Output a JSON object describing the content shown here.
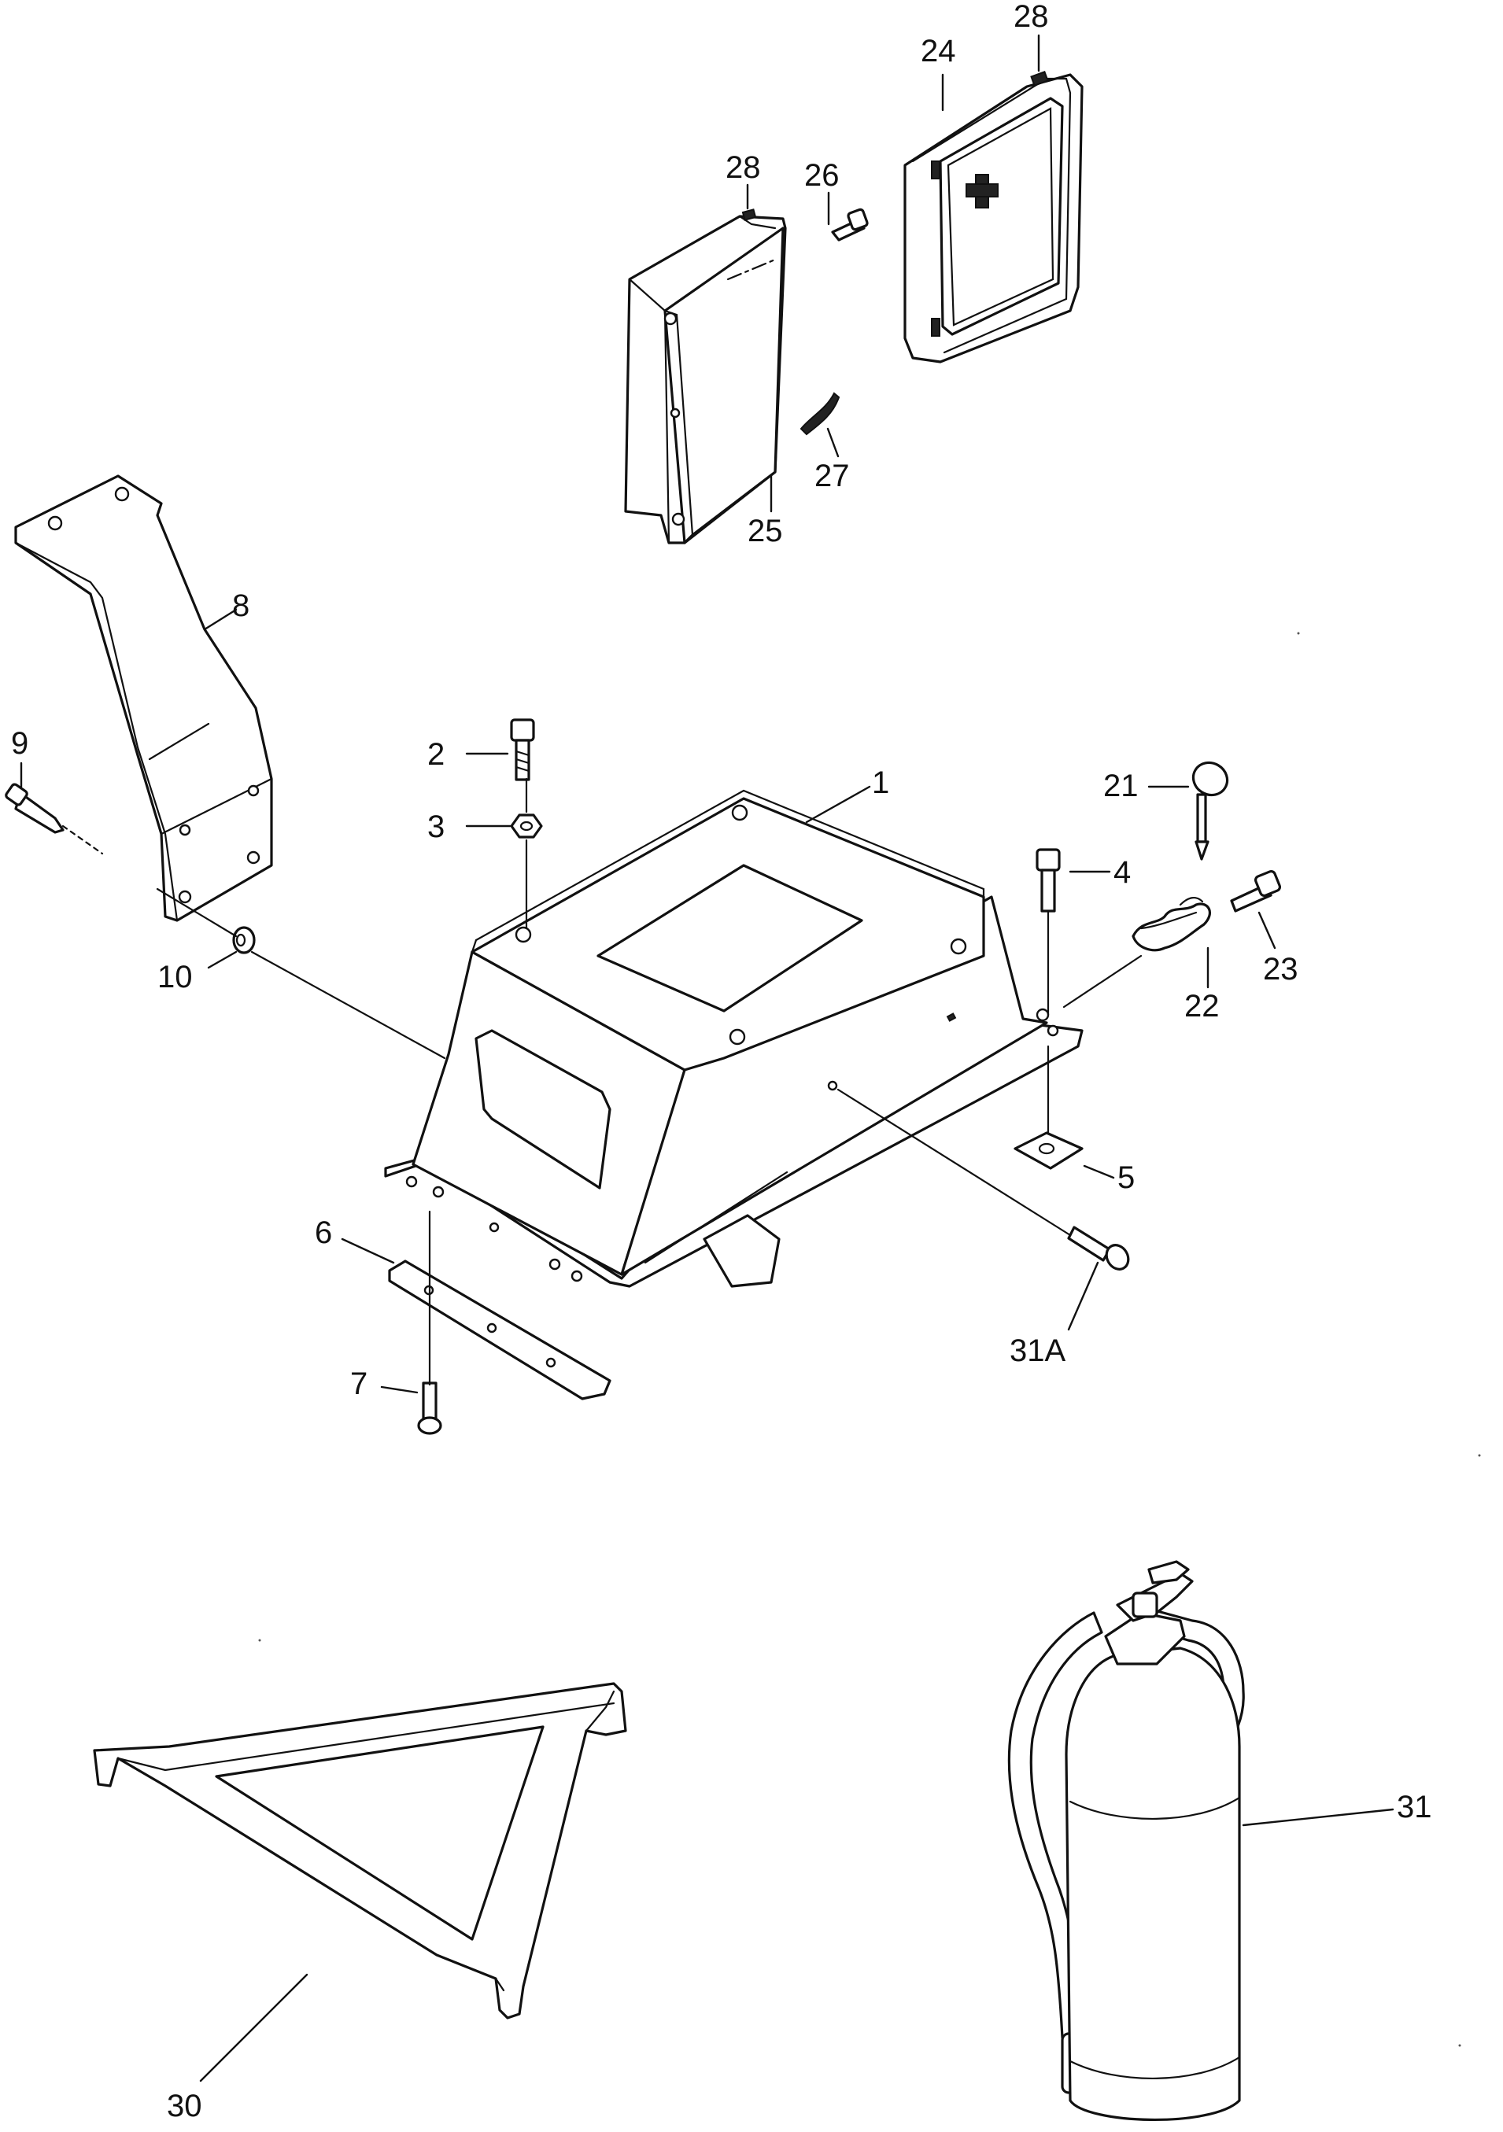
{
  "callouts": [
    {
      "id": "1",
      "text": "1"
    },
    {
      "id": "2",
      "text": "2"
    },
    {
      "id": "3",
      "text": "3"
    },
    {
      "id": "4",
      "text": "4"
    },
    {
      "id": "5",
      "text": "5"
    },
    {
      "id": "6",
      "text": "6"
    },
    {
      "id": "7",
      "text": "7"
    },
    {
      "id": "8",
      "text": "8"
    },
    {
      "id": "9",
      "text": "9"
    },
    {
      "id": "10",
      "text": "10"
    },
    {
      "id": "21",
      "text": "21"
    },
    {
      "id": "22",
      "text": "22"
    },
    {
      "id": "23",
      "text": "23"
    },
    {
      "id": "24",
      "text": "24"
    },
    {
      "id": "25",
      "text": "25"
    },
    {
      "id": "26",
      "text": "26"
    },
    {
      "id": "27",
      "text": "27"
    },
    {
      "id": "28a",
      "text": "28"
    },
    {
      "id": "28b",
      "text": "28"
    },
    {
      "id": "30",
      "text": "30"
    },
    {
      "id": "31",
      "text": "31"
    },
    {
      "id": "31A",
      "text": "31A"
    }
  ],
  "parts": [
    {
      "callout": "1",
      "icon": "mounting-box-icon"
    },
    {
      "callout": "2",
      "icon": "bolt-icon"
    },
    {
      "callout": "3",
      "icon": "nut-icon"
    },
    {
      "callout": "4",
      "icon": "bolt-icon"
    },
    {
      "callout": "5",
      "icon": "plate-icon"
    },
    {
      "callout": "6",
      "icon": "strip-plate-icon"
    },
    {
      "callout": "7",
      "icon": "bolt-icon"
    },
    {
      "callout": "8",
      "icon": "bracket-icon"
    },
    {
      "callout": "9",
      "icon": "bolt-icon"
    },
    {
      "callout": "10",
      "icon": "nut-icon"
    },
    {
      "callout": "21",
      "icon": "ring-pin-icon"
    },
    {
      "callout": "22",
      "icon": "clamp-icon"
    },
    {
      "callout": "23",
      "icon": "bolt-icon"
    },
    {
      "callout": "24",
      "icon": "first-aid-kit-icon"
    },
    {
      "callout": "25",
      "icon": "holder-bracket-icon"
    },
    {
      "callout": "26",
      "icon": "bolt-icon"
    },
    {
      "callout": "27",
      "icon": "clip-icon"
    },
    {
      "callout": "28",
      "icon": "label-icon"
    },
    {
      "callout": "30",
      "icon": "warning-triangle-icon"
    },
    {
      "callout": "31",
      "icon": "fire-extinguisher-icon"
    },
    {
      "callout": "31A",
      "icon": "bolt-icon"
    }
  ]
}
